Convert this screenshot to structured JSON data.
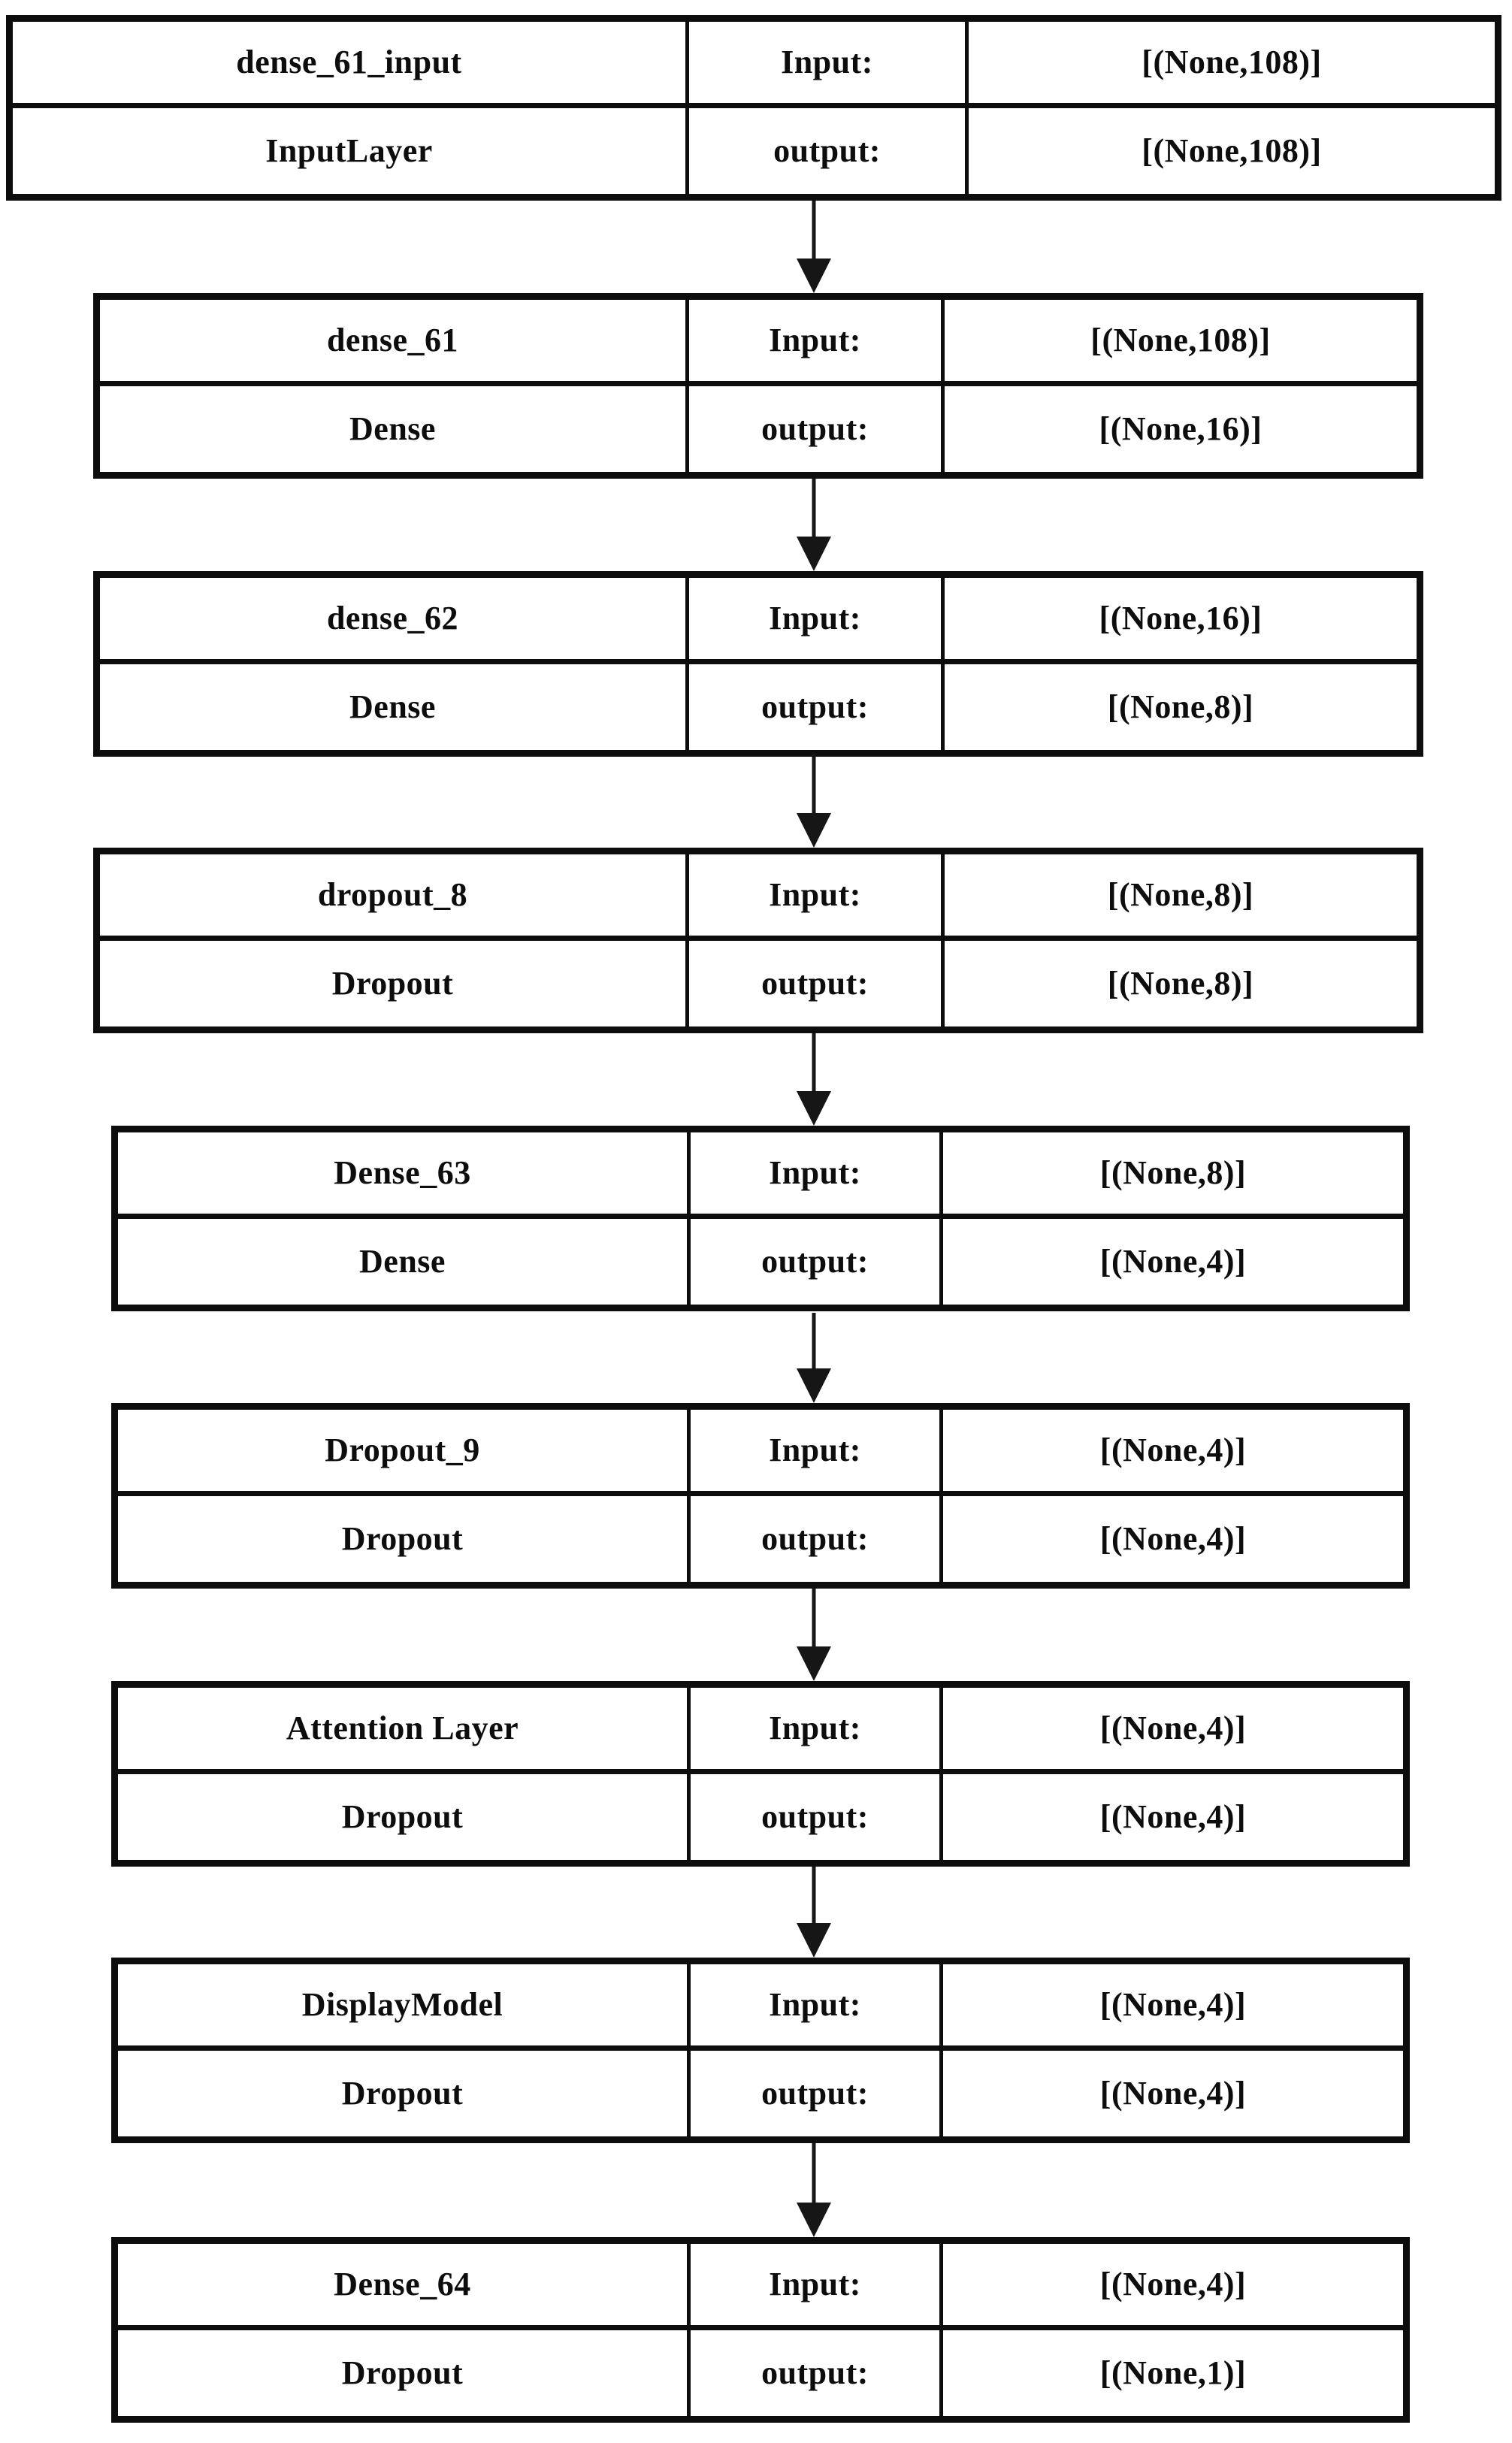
{
  "page": {
    "background": "#ffffff",
    "ink": "#0d0d0d",
    "kind": "keras-model-architecture-diagram"
  },
  "diagram": {
    "layers": [
      {
        "name": "dense_61_input",
        "class": "InputLayer",
        "input_label": "Input:",
        "output_label": "output:",
        "input_shape": "[(None,108)]",
        "output_shape": "[(None,108)]"
      },
      {
        "name": "dense_61",
        "class": "Dense",
        "input_label": "Input:",
        "output_label": "output:",
        "input_shape": "[(None,108)]",
        "output_shape": "[(None,16)]"
      },
      {
        "name": "dense_62",
        "class": "Dense",
        "input_label": "Input:",
        "output_label": "output:",
        "input_shape": "[(None,16)]",
        "output_shape": "[(None,8)]"
      },
      {
        "name": "dropout_8",
        "class": "Dropout",
        "input_label": "Input:",
        "output_label": "output:",
        "input_shape": "[(None,8)]",
        "output_shape": "[(None,8)]"
      },
      {
        "name": "Dense_63",
        "class": "Dense",
        "input_label": "Input:",
        "output_label": "output:",
        "input_shape": "[(None,8)]",
        "output_shape": "[(None,4)]"
      },
      {
        "name": "Dropout_9",
        "class": "Dropout",
        "input_label": "Input:",
        "output_label": "output:",
        "input_shape": "[(None,4)]",
        "output_shape": "[(None,4)]"
      },
      {
        "name": "Attention Layer",
        "class": "Dropout",
        "input_label": "Input:",
        "output_label": "output:",
        "input_shape": "[(None,4)]",
        "output_shape": "[(None,4)]"
      },
      {
        "name": "DisplayModel",
        "class": "Dropout",
        "input_label": "Input:",
        "output_label": "output:",
        "input_shape": "[(None,4)]",
        "output_shape": "[(None,4)]"
      },
      {
        "name": "Dense_64",
        "class": "Dropout",
        "input_label": "Input:",
        "output_label": "output:",
        "input_shape": "[(None,4)]",
        "output_shape": "[(None,1)]"
      }
    ]
  }
}
